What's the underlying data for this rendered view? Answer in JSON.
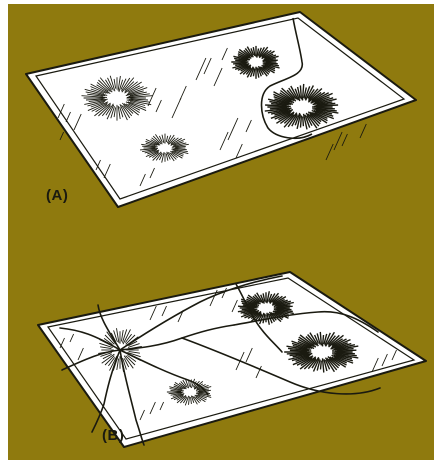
{
  "colors": {
    "background": "#8f7a0e",
    "glass": "#ffffff",
    "line": "#1a1a10"
  },
  "panels": [
    {
      "id": "A",
      "label": "(A)"
    },
    {
      "id": "B",
      "label": "(B)"
    }
  ]
}
